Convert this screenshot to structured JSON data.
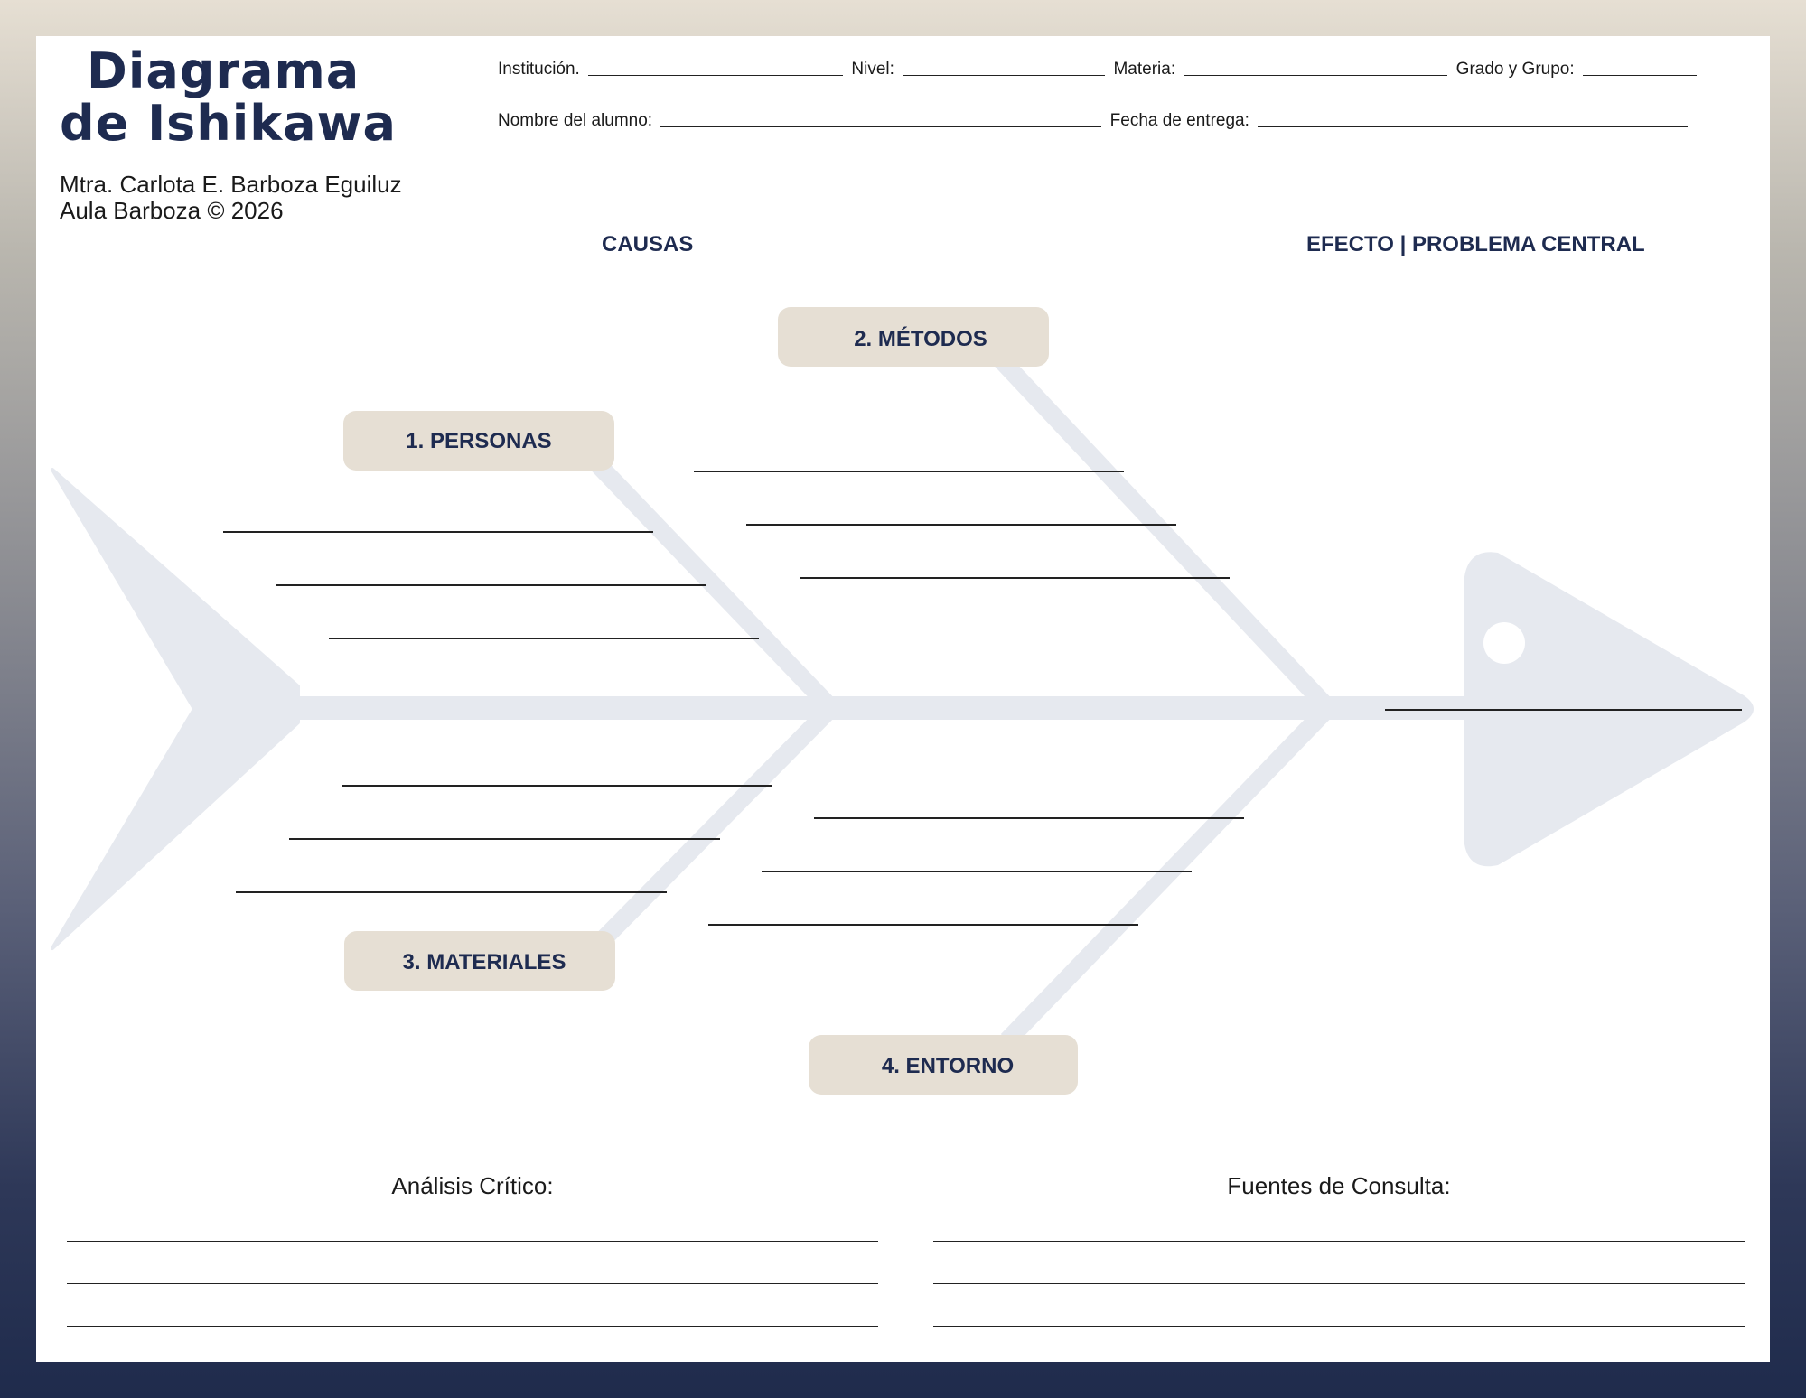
{
  "header": {
    "title_line1": "Diagrama",
    "title_line2": "de Ishikawa",
    "author": "Mtra. Carlota E. Barboza Eguiluz",
    "copyright": "Aula Barboza © 2026"
  },
  "form": {
    "institucion": "Institución.",
    "nivel": "Nivel:",
    "materia": "Materia:",
    "grado_grupo": "Grado y Grupo:",
    "nombre_alumno": "Nombre del alumno:",
    "fecha_entrega": "Fecha de entrega:"
  },
  "sections": {
    "causas": "CAUSAS",
    "efecto": "EFECTO | PROBLEMA CENTRAL"
  },
  "categories": [
    {
      "label": "1. PERSONAS"
    },
    {
      "label": "2. MÉTODOS"
    },
    {
      "label": "3. MATERIALES"
    },
    {
      "label": "4. ENTORNO"
    }
  ],
  "footer": {
    "analisis": "Análisis Crítico:",
    "fuentes": "Fuentes de Consulta:"
  },
  "colors": {
    "navy": "#1e2b50",
    "fish": "#e6e9ef",
    "label_bg": "#e6dfd4"
  }
}
